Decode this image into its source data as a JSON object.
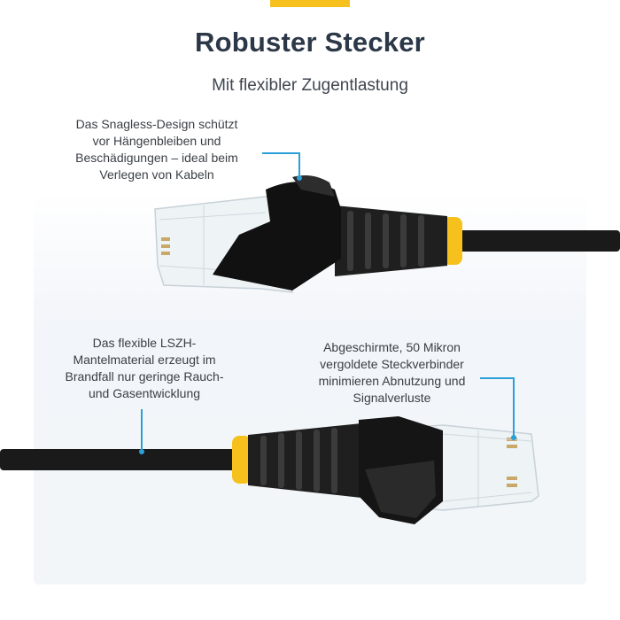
{
  "header": {
    "title": "Robuster Stecker",
    "subtitle": "Mit flexibler Zugentlastung"
  },
  "callouts": {
    "snagless": "Das Snagless-Design schützt\nvor Hängenbleiben und\nBeschädigungen – ideal beim\nVerlegen von Kabeln",
    "lszh": "Das flexible LSZH-\nMantelmaterial erzeugt im\nBrandfall nur geringe Rauch-\nund Gasentwicklung",
    "contacts": "Abgeschirmte, 50 Mikron\nvergoldete Steckverbinder\nminimieren Abnutzung und\nSignalverluste"
  },
  "colors": {
    "accent_yellow": "#f6c11d",
    "callout_blue": "#2a9fd8",
    "cable_black": "#1a1a1a",
    "title_dark": "#2c3848"
  }
}
